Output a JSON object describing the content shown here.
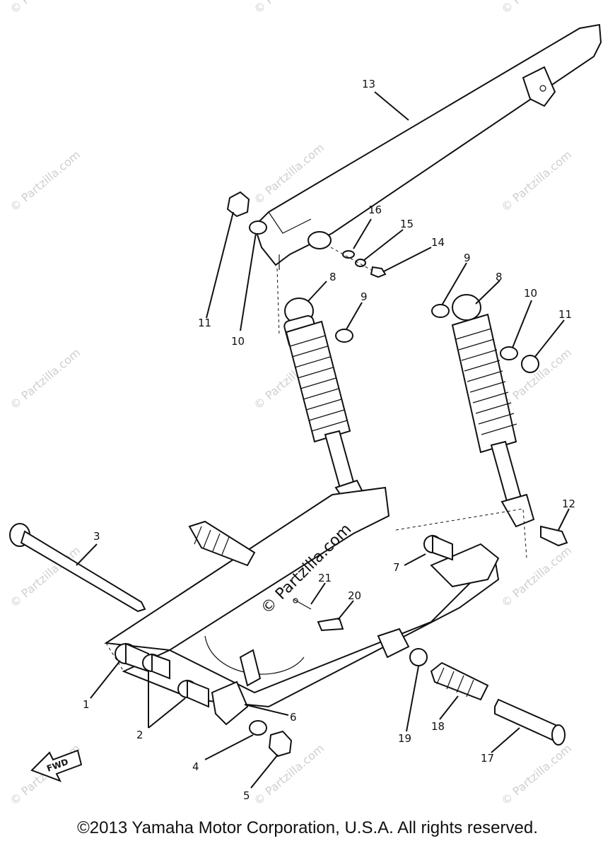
{
  "watermark": "© Partzilla.com",
  "center_watermark": "© Partzilla.com",
  "fwd_label": "FWD",
  "callouts": {
    "c1": "1",
    "c2": "2",
    "c3": "3",
    "c4": "4",
    "c5": "5",
    "c6": "6",
    "c7": "7",
    "c8a": "8",
    "c8b": "8",
    "c9a": "9",
    "c9b": "9",
    "c10a": "10",
    "c10b": "10",
    "c11a": "11",
    "c11b": "11",
    "c12": "12",
    "c13": "13",
    "c14": "14",
    "c15": "15",
    "c16": "16",
    "c17": "17",
    "c18": "18",
    "c19": "19",
    "c20": "20",
    "c21": "21"
  },
  "copyright": "©2013 Yamaha Motor Corporation, U.S.A. All rights reserved."
}
